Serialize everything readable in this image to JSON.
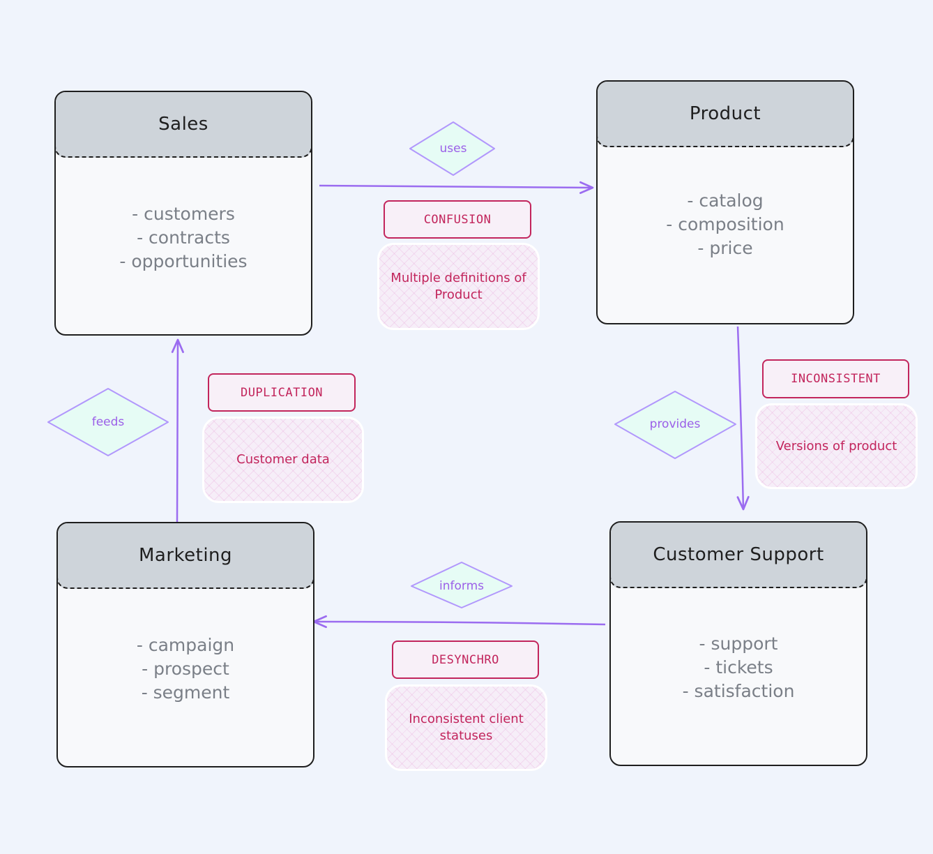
{
  "entities": {
    "sales": {
      "title": "Sales",
      "items": [
        "- customers",
        "- contracts",
        "- opportunities"
      ]
    },
    "product": {
      "title": "Product",
      "items": [
        "- catalog",
        "- composition",
        "- price"
      ]
    },
    "marketing": {
      "title": "Marketing",
      "items": [
        "- campaign",
        "- prospect",
        "- segment"
      ]
    },
    "support": {
      "title": "Customer Support",
      "items": [
        "- support",
        "- tickets",
        "- satisfaction"
      ]
    }
  },
  "relations": {
    "uses": "uses",
    "provides": "provides",
    "informs": "informs",
    "feeds": "feeds"
  },
  "issues": {
    "confusion": {
      "tag": "CONFUSION",
      "note": "Multiple definitions of Product"
    },
    "inconsistent": {
      "tag": "INCONSISTENT",
      "note": "Versions of product"
    },
    "duplication": {
      "tag": "DUPLICATION",
      "note": "Customer data"
    },
    "desynchro": {
      "tag": "DESYNCHRO",
      "note": "Inconsistent client statuses"
    }
  },
  "colors": {
    "background": "#f0f4fc",
    "arrow": "#9b6cf0",
    "diamond_fill": "#e6fcf5",
    "diamond_stroke": "#b197fc",
    "issue": "#c2255c",
    "header_fill": "#ced4da"
  }
}
